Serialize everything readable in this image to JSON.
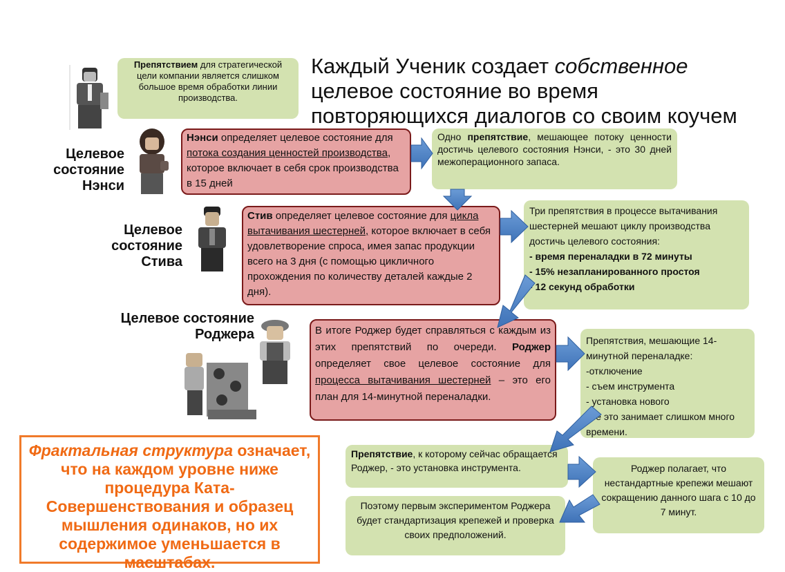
{
  "title": {
    "line1_pre": "Каждый Ученик создает ",
    "line1_italic": "собственное",
    "line2": "целевое состояние во время",
    "line3": "повторяющихся диалогов со своим коучем"
  },
  "top_obstacle": {
    "bold": "Препятствием",
    "text": " для стратегической цели компании является слишком большое время обработки линии производства."
  },
  "labels": {
    "nancy_1": "Целевое",
    "nancy_2": "состояние",
    "nancy_3": "Нэнси",
    "steve_1": "Целевое",
    "steve_2": "состояние",
    "steve_3": "Стива",
    "roger_1": "Целевое состояние",
    "roger_2": "Роджера"
  },
  "nancy_box": {
    "bold": "Нэнси",
    "t1": " определяет целевое состояние для ",
    "u1": "потока создания ценностей производства",
    "t2": ", которое включает в себя срок производства в 15 дней"
  },
  "nancy_obstacle": {
    "t1": "Одно ",
    "bold": "препятствие",
    "t2": ", мешающее потоку ценности достичь целевого состояния Нэнси, - это 30 дней межоперационного запаса."
  },
  "steve_box": {
    "bold": "Стив",
    "t1": " определяет целевое состояние для ",
    "u1": "цикла вытачивания шестерней,",
    "t2": " которое включает в себя удовлетворение спроса, имея запас продукции всего на 3 дня (с помощью цикличного прохождения по количеству деталей каждые 2 дня)."
  },
  "steve_obstacles": {
    "intro": "Три препятствия в процессе вытачивания шестерней мешают циклу производства достичь целевого состояния:",
    "items": [
      "- время переналадки в 72 минуты",
      "- 15% незапланированного простоя",
      "- 12 секунд обработки"
    ]
  },
  "roger_box": {
    "t1": "В итоге Роджер будет справляться с каждым из этих препятствий по очереди. ",
    "bold": "Роджер",
    "t2": " определяет свое целевое состояние для ",
    "u1": "процесса вытачивания шестерней",
    "t3": " – это его план для 14-минутной переналадки."
  },
  "roger_obstacles": {
    "lines": [
      "Препятствия, мешающие 14-минутной переналадке:",
      "-отключение",
      "- съем инструмента",
      "- установка нового",
      "все это занимает слишком много времени."
    ]
  },
  "current_obstacle": {
    "bold": "Препятствие",
    "text": ", к которому сейчас обращается Роджер, - это установка инструмента."
  },
  "roger_believes": {
    "text": "Роджер полагает, что нестандартные крепежи мешают сокращению данного шага с 10 до 7 минут."
  },
  "experiment": {
    "text": "Поэтому первым экспериментом Роджера будет стандартизация крепежей и проверка своих предположений."
  },
  "fractal": {
    "italic": "Фрактальная структура",
    "text": " означает, что на каждом уровне ниже процедура Ката-Совершенствования и образец мышления одинаков, но их содержимое уменьшается в масштабах."
  },
  "colors": {
    "green_box": "#d3e2b0",
    "red_box": "#e6a3a3",
    "red_border": "#7a1a1a",
    "arrow": "#4f81bd",
    "fractal_orange": "#f06a14"
  }
}
